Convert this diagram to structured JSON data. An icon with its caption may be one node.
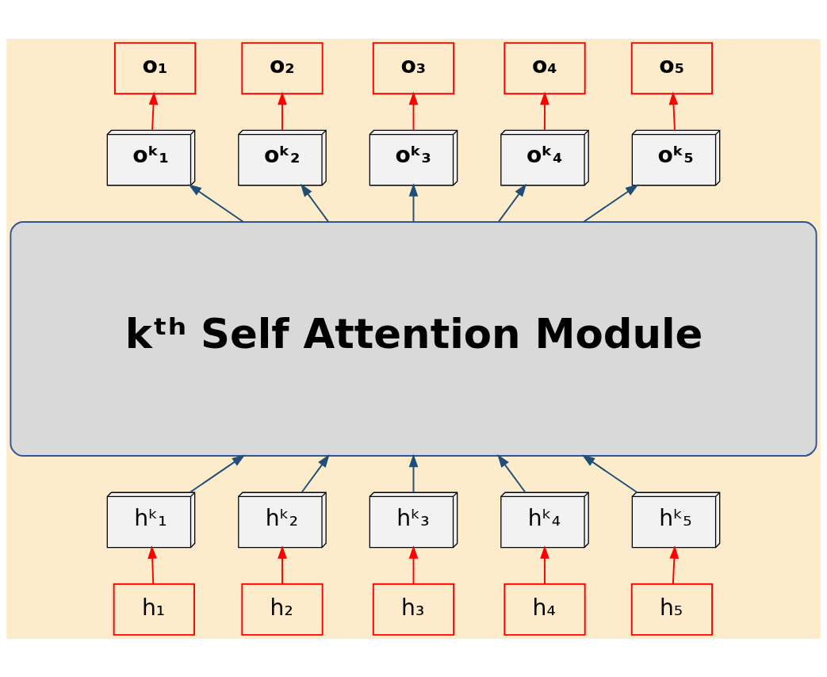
{
  "diagram": {
    "nodes": [
      {
        "text": [
          "o₁"
        ]
      },
      {
        "text": [
          "o₂"
        ]
      },
      {
        "text": [
          "o₃"
        ]
      },
      {
        "text": [
          "o₄"
        ]
      },
      {
        "text": [
          "o₅"
        ]
      },
      {
        "text": [
          "oᵏ₁"
        ]
      },
      {
        "text": [
          "oᵏ₂"
        ]
      },
      {
        "text": [
          "oᵏ₃"
        ]
      },
      {
        "text": [
          "oᵏ₄"
        ]
      },
      {
        "text": [
          "oᵏ₅"
        ]
      },
      {
        "text": [
          "kᵗʰ Self Attention Module"
        ]
      },
      {
        "text": [
          "hᵏ₁"
        ]
      },
      {
        "text": [
          "hᵏ₂"
        ]
      },
      {
        "text": [
          "hᵏ₃"
        ]
      },
      {
        "text": [
          "hᵏ₄"
        ]
      },
      {
        "text": [
          "hᵏ₅"
        ]
      },
      {
        "text": [
          "h₁"
        ]
      },
      {
        "text": [
          "h₂"
        ]
      },
      {
        "text": [
          "h₃"
        ]
      },
      {
        "text": [
          "h₄"
        ]
      },
      {
        "text": [
          "h₅"
        ]
      }
    ],
    "edges": [
      {
        "from": 16,
        "to": 11,
        "arrow": "to",
        "color": "#ff0000"
      },
      {
        "from": 17,
        "to": 12,
        "arrow": "to",
        "color": "#ff0000"
      },
      {
        "from": 18,
        "to": 13,
        "arrow": "to",
        "color": "#ff0000"
      },
      {
        "from": 19,
        "to": 14,
        "arrow": "to",
        "color": "#ff0000"
      },
      {
        "from": 20,
        "to": 15,
        "arrow": "to",
        "color": "#ff0000"
      },
      {
        "from": 11,
        "to": 10,
        "arrow": "to",
        "color": "#1f4e79"
      },
      {
        "from": 12,
        "to": 10,
        "arrow": "to",
        "color": "#1f4e79"
      },
      {
        "from": 13,
        "to": 10,
        "arrow": "to",
        "color": "#1f4e79"
      },
      {
        "from": 14,
        "to": 10,
        "arrow": "to",
        "color": "#1f4e79"
      },
      {
        "from": 15,
        "to": 10,
        "arrow": "to",
        "color": "#1f4e79"
      },
      {
        "from": 10,
        "to": 5,
        "arrow": "to",
        "color": "#1f4e79"
      },
      {
        "from": 10,
        "to": 6,
        "arrow": "to",
        "color": "#1f4e79"
      },
      {
        "from": 10,
        "to": 7,
        "arrow": "to",
        "color": "#1f4e79"
      },
      {
        "from": 10,
        "to": 8,
        "arrow": "to",
        "color": "#1f4e79"
      },
      {
        "from": 10,
        "to": 9,
        "arrow": "to",
        "color": "#1f4e79"
      },
      {
        "from": 5,
        "to": 0,
        "arrow": "to",
        "color": "#ff0000"
      },
      {
        "from": 6,
        "to": 1,
        "arrow": "to",
        "color": "#ff0000"
      },
      {
        "from": 7,
        "to": 2,
        "arrow": "to",
        "color": "#ff0000"
      },
      {
        "from": 8,
        "to": 3,
        "arrow": "to",
        "color": "#ff0000"
      },
      {
        "from": 9,
        "to": 4,
        "arrow": "to",
        "color": "#ff0000"
      }
    ]
  }
}
